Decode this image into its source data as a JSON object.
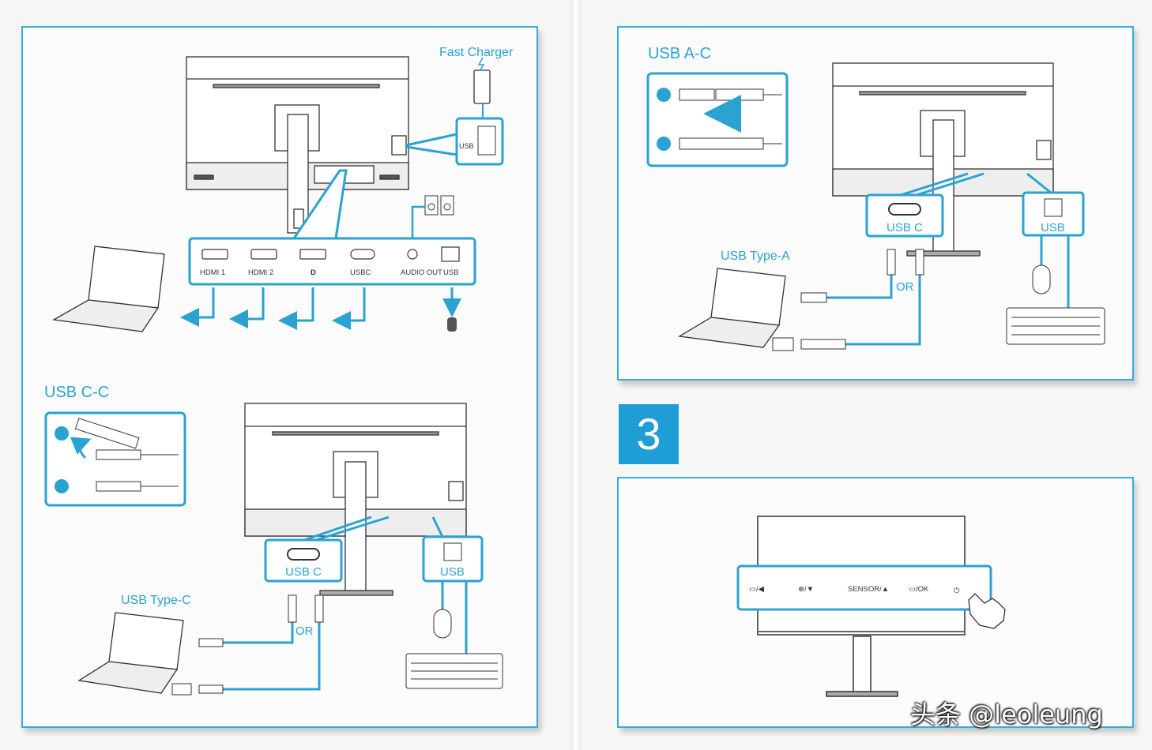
{
  "panel1": {
    "fast_charger": "Fast Charger",
    "usb_label": "USB",
    "ports": [
      "HDMI 1",
      "HDMI 2",
      "D",
      "USBC",
      "AUDIO OUT",
      "USB"
    ]
  },
  "panel2": {
    "heading": "USB C-C",
    "usb_type_c": "USB Type-C",
    "usb_c": "USB C",
    "usb": "USB",
    "or": "OR"
  },
  "panel3": {
    "heading": "USB A-C",
    "usb_type_a": "USB Type-A",
    "usb_c": "USB C",
    "usb": "USB",
    "or": "OR"
  },
  "step": {
    "number": "3"
  },
  "panel4": {
    "osd_buttons": [
      "▭/◀",
      "⊕/▼",
      "SENSOR/▲",
      "▭/OK",
      "⏻"
    ]
  },
  "watermark": "头条 @leoleung",
  "colors": {
    "accent": "#2aa3d2",
    "badge": "#1f9ed6",
    "line": "#333333"
  }
}
